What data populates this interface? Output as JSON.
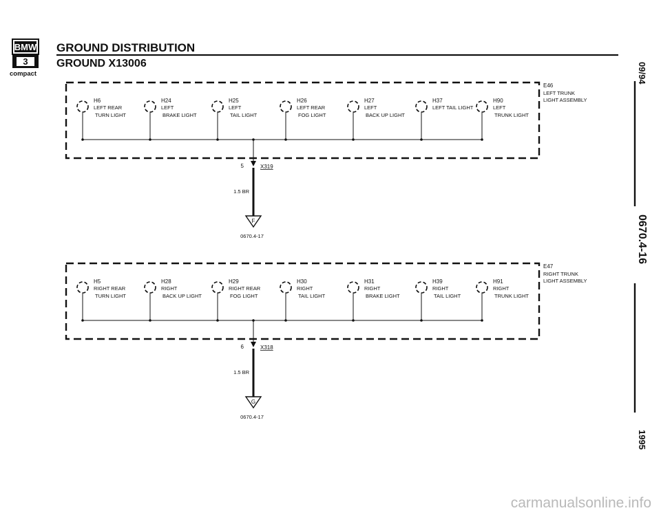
{
  "header": {
    "logo_brand": "BMW",
    "logo_series": "3",
    "logo_sub": "compact",
    "title": "GROUND DISTRIBUTION",
    "subtitle": "GROUND X13006"
  },
  "side": {
    "date": "09/94",
    "page": "0670.4-16",
    "year": "1995"
  },
  "diagrams": [
    {
      "module_code": "E46",
      "module_lines": [
        "LEFT TRUNK",
        "LIGHT ASSEMBLY"
      ],
      "components": [
        {
          "code": "H6",
          "lines": [
            "LEFT REAR",
            "TURN LIGHT"
          ]
        },
        {
          "code": "H24",
          "lines": [
            "LEFT",
            "BRAKE LIGHT"
          ]
        },
        {
          "code": "H25",
          "lines": [
            "LEFT",
            "TAIL LIGHT"
          ]
        },
        {
          "code": "H26",
          "lines": [
            "LEFT REAR",
            "FOG LIGHT"
          ]
        },
        {
          "code": "H27",
          "lines": [
            "LEFT",
            "BACK UP LIGHT"
          ]
        },
        {
          "code": "H37",
          "lines": [
            "LEFT TAIL LIGHT",
            ""
          ]
        },
        {
          "code": "H90",
          "lines": [
            "LEFT",
            "TRUNK LIGHT"
          ]
        }
      ],
      "pin": "5",
      "connector": "X319",
      "wire": "1.5 BR",
      "ground": "F",
      "ref": "0670.4-17"
    },
    {
      "module_code": "E47",
      "module_lines": [
        "RIGHT TRUNK",
        "LIGHT ASSEMBLY"
      ],
      "components": [
        {
          "code": "H5",
          "lines": [
            "RIGHT REAR",
            "TURN LIGHT"
          ]
        },
        {
          "code": "H28",
          "lines": [
            "RIGHT",
            "BACK UP LIGHT"
          ]
        },
        {
          "code": "H29",
          "lines": [
            "RIGHT REAR",
            "FOG LIGHT"
          ]
        },
        {
          "code": "H30",
          "lines": [
            "RIGHT",
            "TAIL LIGHT"
          ]
        },
        {
          "code": "H31",
          "lines": [
            "RIGHT",
            "BRAKE LIGHT"
          ]
        },
        {
          "code": "H39",
          "lines": [
            "RIGHT",
            "TAIL LIGHT"
          ]
        },
        {
          "code": "H91",
          "lines": [
            "RIGHT",
            "TRUNK LIGHT"
          ]
        }
      ],
      "pin": "6",
      "connector": "X318",
      "wire": "1.5 BR",
      "ground": "G",
      "ref": "0670.4-17"
    }
  ],
  "watermark": "carmanualsonline.info"
}
